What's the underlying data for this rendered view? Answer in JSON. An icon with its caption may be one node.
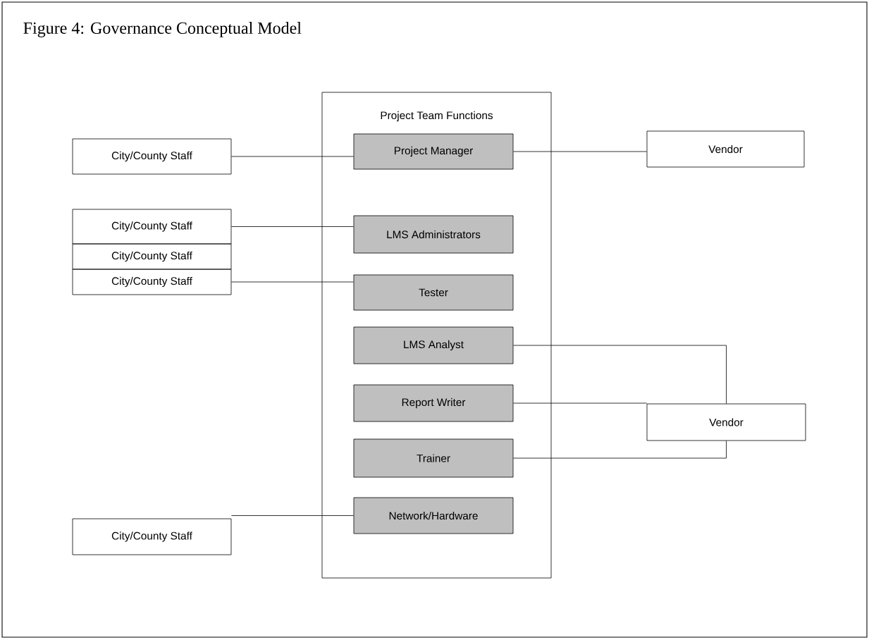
{
  "diagram": {
    "title": "Figure 4: Governance Conceptual Model",
    "nodes": [
      {
        "text": [
          "Project Team Functions"
        ]
      },
      {
        "text": [
          "Project Manager"
        ],
        "in": 0
      },
      {
        "text": [
          "LMS Administrators"
        ],
        "in": 0
      },
      {
        "text": [
          "Tester"
        ],
        "in": 0
      },
      {
        "text": [
          "LMS Analyst"
        ],
        "in": 0
      },
      {
        "text": [
          "Report Writer"
        ],
        "in": 0
      },
      {
        "text": [
          "Trainer"
        ],
        "in": 0
      },
      {
        "text": [
          "Network/Hardware"
        ],
        "in": 0
      },
      {
        "text": [
          "City/County Staff"
        ]
      },
      {
        "text": [
          "Vendor"
        ]
      },
      {
        "text": [
          "City/County Staff"
        ]
      },
      {
        "text": [
          "City/County Staff"
        ]
      },
      {
        "text": [
          "City/County Staff"
        ]
      },
      {
        "text": [
          "Vendor"
        ]
      },
      {
        "text": [
          "City/County Staff"
        ]
      }
    ],
    "edges": [
      {
        "from": 8,
        "to": 1,
        "arrow": "none"
      },
      {
        "from": 1,
        "to": 9,
        "arrow": "none"
      },
      {
        "from": 10,
        "to": 2,
        "arrow": "none"
      },
      {
        "from": 12,
        "to": 3,
        "arrow": "none"
      },
      {
        "from": 4,
        "to": 13,
        "arrow": "none"
      },
      {
        "from": 5,
        "to": 13,
        "arrow": "none"
      },
      {
        "from": 6,
        "to": 13,
        "arrow": "none"
      },
      {
        "from": 14,
        "to": 7,
        "arrow": "none"
      }
    ]
  }
}
